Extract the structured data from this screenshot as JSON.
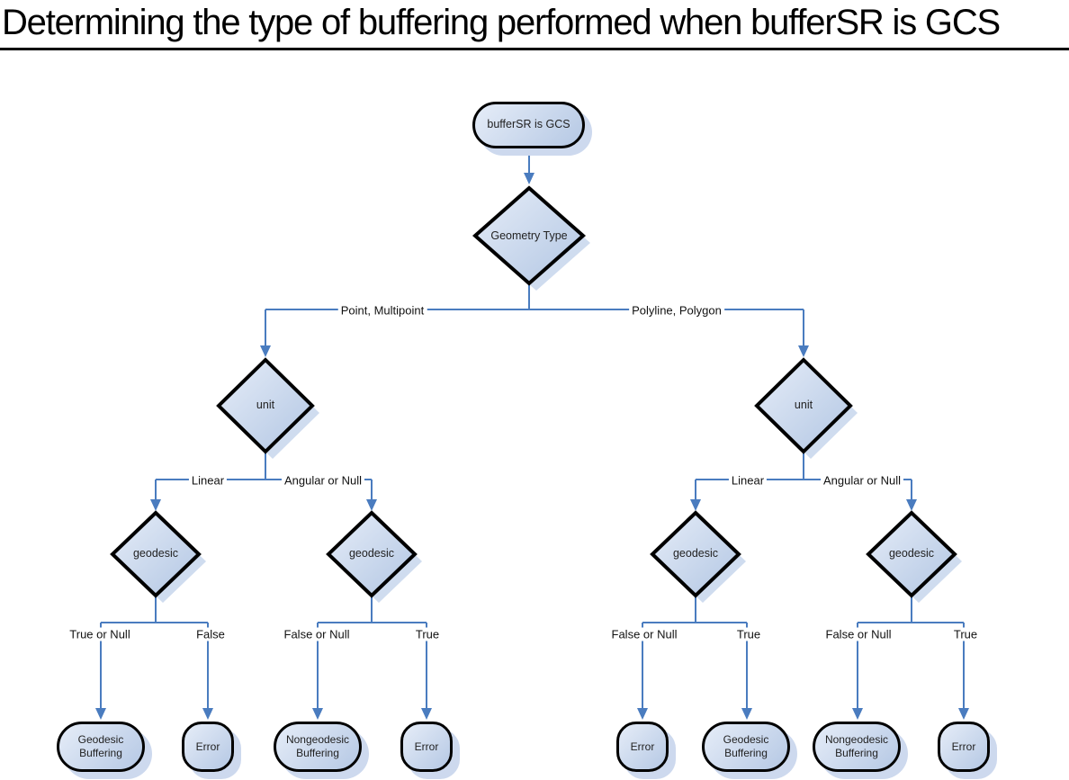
{
  "title": "Determining the type of buffering performed when bufferSR is GCS",
  "colors": {
    "connector": "#4a7cbf",
    "node_border": "#000000",
    "node_fill_light": "#e6edf8",
    "node_fill_dark": "#b5c8e4",
    "shadow": "#cdd9ee",
    "text": "#222222"
  },
  "diagram": {
    "start": {
      "label": "bufferSR is GCS"
    },
    "decisions": {
      "geometry_type": {
        "label": "Geometry Type",
        "branch_left": "Point, Multipoint",
        "branch_right": "Polyline, Polygon"
      },
      "unit_point": {
        "label": "unit",
        "branch_left": "Linear",
        "branch_right": "Angular or Null"
      },
      "unit_polyline": {
        "label": "unit",
        "branch_left": "Linear",
        "branch_right": "Angular or Null"
      },
      "geodesic_point_linear": {
        "label": "geodesic",
        "branch_left": "True or Null",
        "branch_right": "False"
      },
      "geodesic_point_angular": {
        "label": "geodesic",
        "branch_left": "False or Null",
        "branch_right": "True"
      },
      "geodesic_polyline_linear": {
        "label": "geodesic",
        "branch_left": "False or Null",
        "branch_right": "True"
      },
      "geodesic_polyline_angular": {
        "label": "geodesic",
        "branch_left": "False or Null",
        "branch_right": "True"
      }
    },
    "results": {
      "r1": {
        "label": "Geodesic Buffering"
      },
      "r2": {
        "label": "Error"
      },
      "r3": {
        "label": "Nongeodesic Buffering"
      },
      "r4": {
        "label": "Error"
      },
      "r5": {
        "label": "Error"
      },
      "r6": {
        "label": "Geodesic Buffering"
      },
      "r7": {
        "label": "Nongeodesic Buffering"
      },
      "r8": {
        "label": "Error"
      }
    }
  }
}
